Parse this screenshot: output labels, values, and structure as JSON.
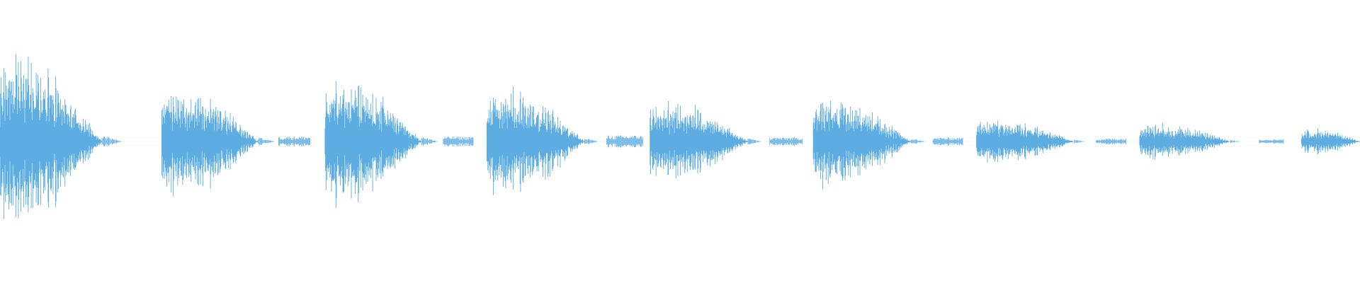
{
  "waveform": {
    "color": "#5dade2",
    "background": "#ffffff",
    "sample_rate_visual": "dense",
    "bursts": [
      {
        "start": 0.0,
        "end": 0.075,
        "peak": 0.86,
        "attack": 0.05,
        "decay_tail": 0.015
      },
      {
        "start": 0.119,
        "end": 0.19,
        "peak": 0.56,
        "attack": 0.1,
        "decay_tail": 0.012
      },
      {
        "start": 0.239,
        "end": 0.31,
        "peak": 0.63,
        "attack": 0.07,
        "decay_tail": 0.012
      },
      {
        "start": 0.358,
        "end": 0.43,
        "peak": 0.54,
        "attack": 0.12,
        "decay_tail": 0.01
      },
      {
        "start": 0.478,
        "end": 0.55,
        "peak": 0.4,
        "attack": 0.1,
        "decay_tail": 0.01
      },
      {
        "start": 0.598,
        "end": 0.67,
        "peak": 0.44,
        "attack": 0.1,
        "decay_tail": 0.01
      },
      {
        "start": 0.718,
        "end": 0.79,
        "peak": 0.23,
        "attack": 0.12,
        "decay_tail": 0.008
      },
      {
        "start": 0.838,
        "end": 0.905,
        "peak": 0.18,
        "attack": 0.12,
        "decay_tail": 0.008
      },
      {
        "start": 0.957,
        "end": 1.0,
        "peak": 0.13,
        "attack": 0.12,
        "decay_tail": 0.0
      }
    ],
    "noise_floor": [
      {
        "start": 0.205,
        "end": 0.228,
        "level": 0.01
      },
      {
        "start": 0.326,
        "end": 0.348,
        "level": 0.01
      },
      {
        "start": 0.446,
        "end": 0.473,
        "level": 0.012
      },
      {
        "start": 0.566,
        "end": 0.59,
        "level": 0.008
      },
      {
        "start": 0.686,
        "end": 0.708,
        "level": 0.008
      },
      {
        "start": 0.806,
        "end": 0.828,
        "level": 0.006
      },
      {
        "start": 0.926,
        "end": 0.944,
        "level": 0.005
      }
    ]
  }
}
